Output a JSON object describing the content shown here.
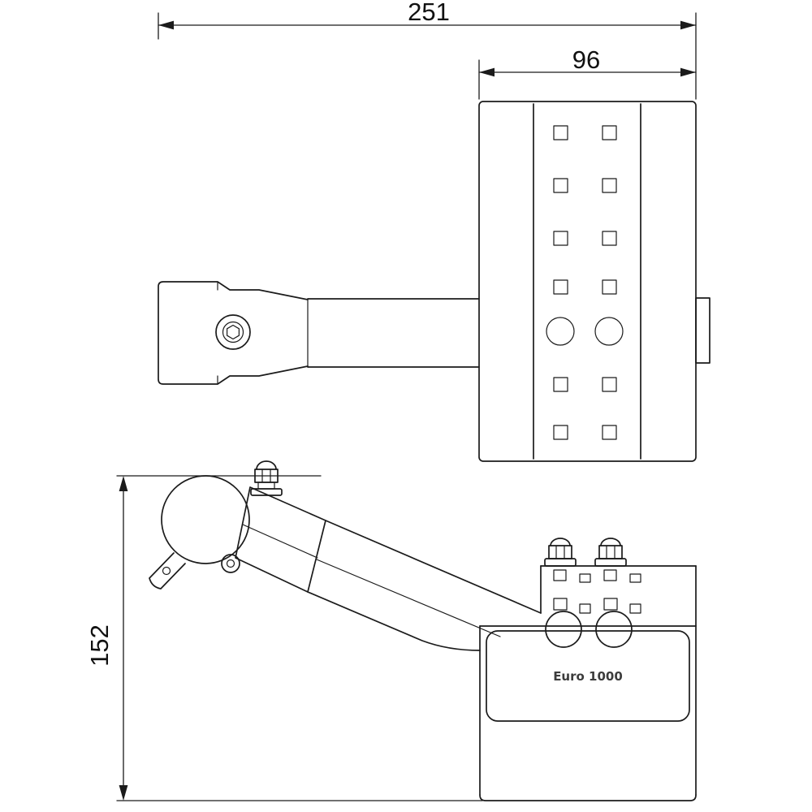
{
  "drawing": {
    "type": "technical-drawing",
    "views": {
      "top": {
        "dim_overall_width": "251",
        "dim_plate_width": "96"
      },
      "side": {
        "dim_overall_height": "152",
        "product_label": "Euro 1000"
      }
    },
    "colors": {
      "line": "#1b1b1b",
      "background": "#ffffff",
      "label_text": "#3c3c3c"
    }
  }
}
